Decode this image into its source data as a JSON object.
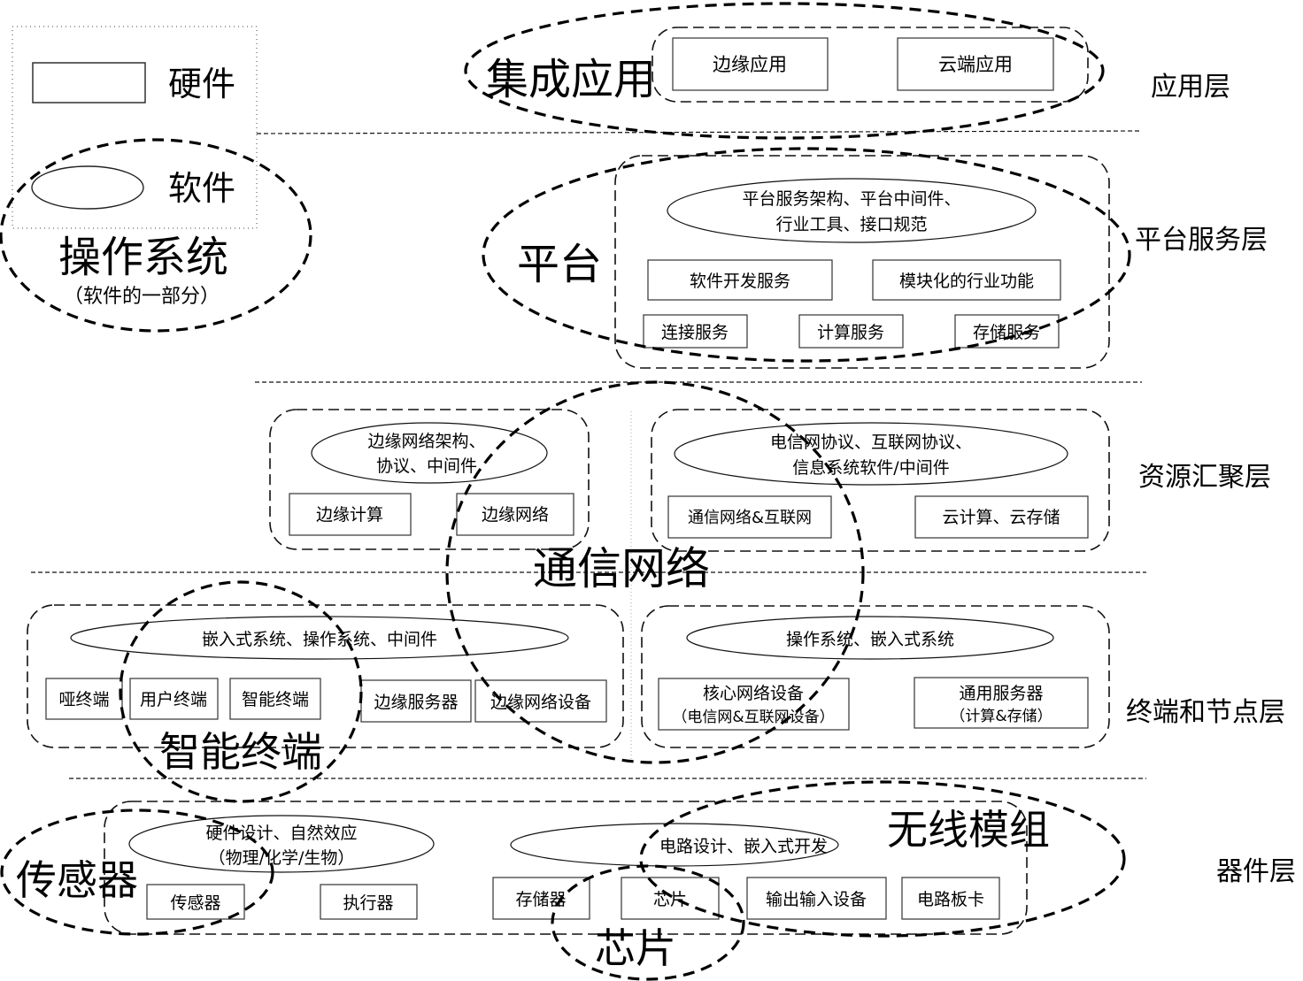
{
  "legend": {
    "hardware_label": "硬件",
    "software_label": "软件"
  },
  "layers": {
    "application": "应用层",
    "platform": "平台服务层",
    "resource": "资源汇聚层",
    "terminal": "终端和节点层",
    "device": "器件层"
  },
  "highlights": {
    "os": "操作系统",
    "os_note": "（软件的一部分）",
    "integrated_app": "集成应用",
    "platform": "平台",
    "comm_network": "通信网络",
    "smart_terminal": "智能终端",
    "sensor": "传感器",
    "wireless_module": "无线模组",
    "chip": "芯片"
  },
  "application_layer": {
    "boxes": [
      "边缘应用",
      "云端应用"
    ]
  },
  "platform_layer": {
    "software_lines": [
      "平台服务架构、平台中间件、",
      "行业工具、接口规范"
    ],
    "row1": [
      "软件开发服务",
      "模块化的行业功能"
    ],
    "row2": [
      "连接服务",
      "计算服务",
      "存储服务"
    ]
  },
  "resource_layer": {
    "edge": {
      "software_lines": [
        "边缘网络架构、",
        "协议、中间件"
      ],
      "boxes": [
        "边缘计算",
        "边缘网络"
      ]
    },
    "cloud": {
      "software_lines": [
        "电信网协议、互联网协议、",
        "信息系统软件/中间件"
      ],
      "boxes": [
        "通信网络&互联网",
        "云计算、云存储"
      ]
    }
  },
  "terminal_layer": {
    "edge": {
      "software": "嵌入式系统、操作系统、中间件",
      "boxes": [
        "哑终端",
        "用户终端",
        "智能终端",
        "边缘服务器",
        "边缘网络设备"
      ]
    },
    "core": {
      "software": "操作系统、嵌入式系统",
      "boxes": [
        {
          "line1": "核心网络设备",
          "line2": "（电信网&互联网设备）"
        },
        {
          "line1": "通用服务器",
          "line2": "（计算&存储）"
        }
      ]
    }
  },
  "device_layer": {
    "sensing": {
      "software_lines": [
        "硬件设计、自然效应",
        "（物理/化学/生物）"
      ],
      "boxes": [
        "传感器",
        "执行器"
      ]
    },
    "circuit": {
      "software": "电路设计、嵌入式开发",
      "boxes": [
        "存储器",
        "芯片",
        "输出输入设备",
        "电路板卡"
      ]
    }
  }
}
